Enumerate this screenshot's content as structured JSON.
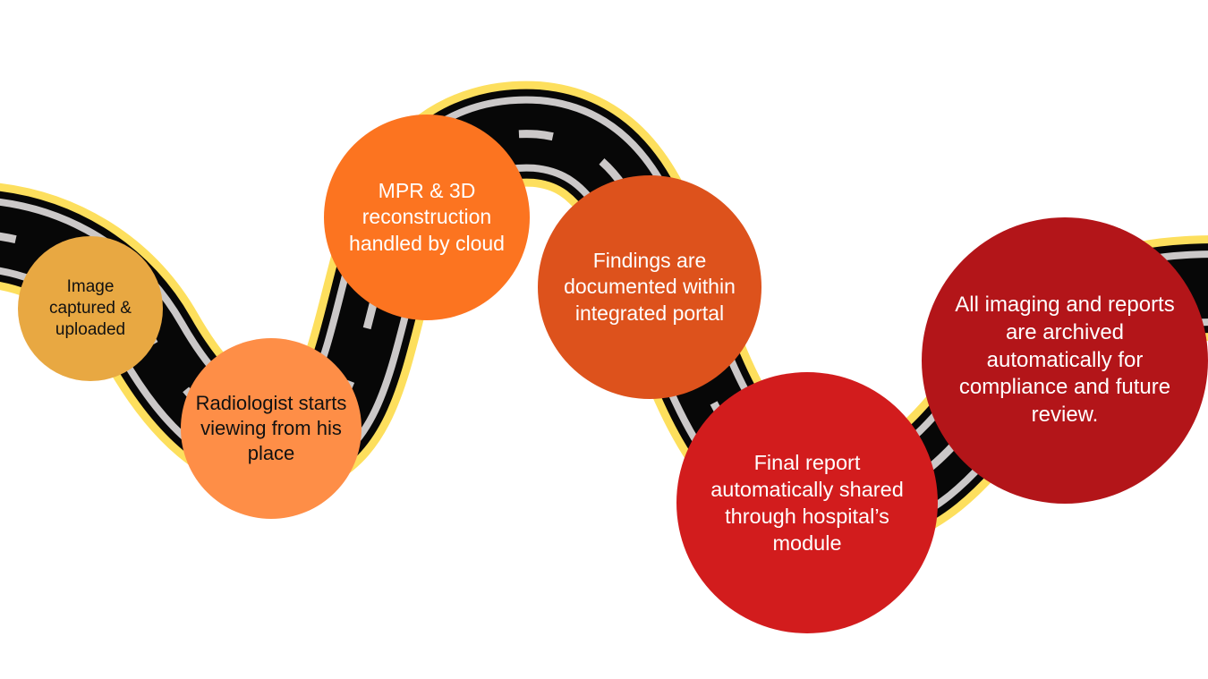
{
  "diagram": {
    "type": "road-timeline",
    "colors": {
      "road_border": "#FDDF5D",
      "road_surface": "#070707",
      "road_lines": "#CBC8C8"
    },
    "steps": [
      {
        "order": 1,
        "label": "Image captured & uploaded",
        "color": "#E8A842"
      },
      {
        "order": 2,
        "label": "Radiologist starts viewing from his place",
        "color": "#FE8E47"
      },
      {
        "order": 3,
        "label": "MPR & 3D reconstruction handled by cloud",
        "color": "#FC7420"
      },
      {
        "order": 4,
        "label": "Findings are documented within integrated portal",
        "color": "#DD521C"
      },
      {
        "order": 5,
        "label": "Final report automatically shared through hospital’s module",
        "color": "#D21C1D"
      },
      {
        "order": 6,
        "label": "All imaging and reports are archived automatically for compliance and future review.",
        "color": "#B31519"
      }
    ]
  }
}
